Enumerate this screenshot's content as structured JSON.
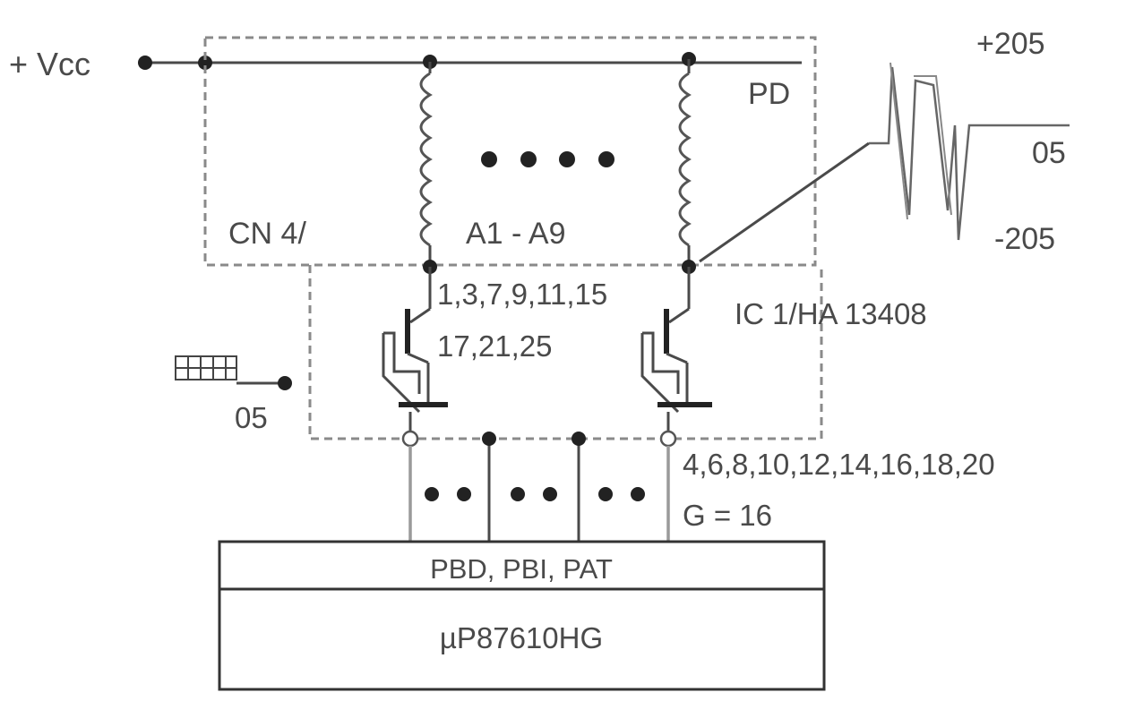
{
  "labels": {
    "vcc": "+ Vcc",
    "pd": "PD",
    "cn": "CN 4/",
    "coils": "A1 - A9",
    "ic": "IC 1/HA 13408",
    "pins_a": "1,3,7,9,11,15",
    "pins_b": "17,21,25",
    "pins_out": "4,6,8,10,12,14,16,18,20",
    "gain": "G = 16",
    "ground_05": "05",
    "ports": "PBD, PBI, PAT",
    "chip": "µP87610HG"
  },
  "waveform": {
    "top": "+205",
    "mid": "05",
    "bottom": "-205"
  },
  "colors": {
    "line": "#4a4a4a",
    "dashed_box": "#8a8a8a",
    "node": "#222222"
  }
}
